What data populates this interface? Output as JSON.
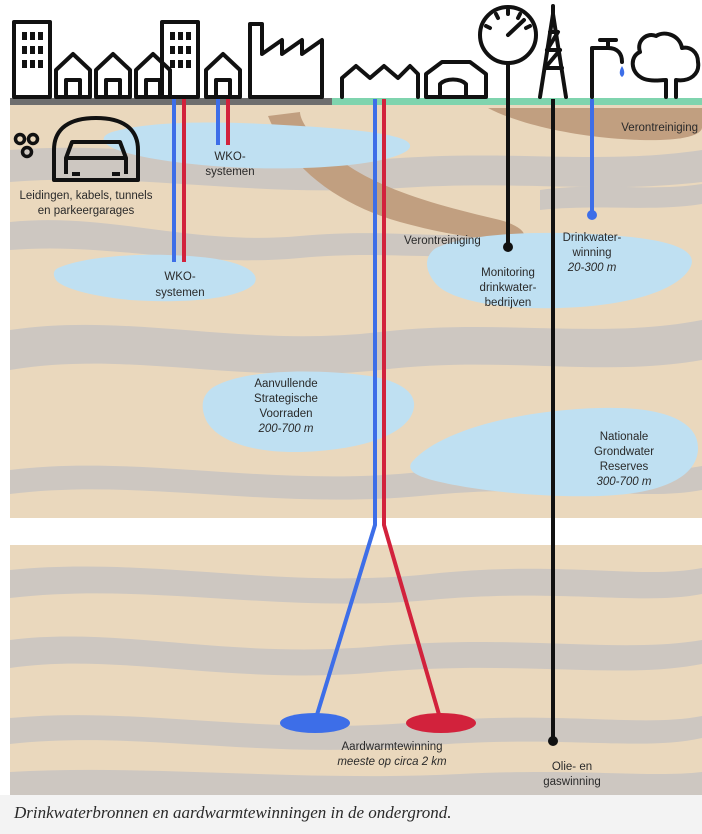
{
  "labels": {
    "tunnels_l1": "Leidingen, kabels, tunnels",
    "tunnels_l2": "en parkeergarages",
    "wko_top_l1": "WKO-",
    "wko_top_l2": "systemen",
    "wko_low_l1": "WKO-",
    "wko_low_l2": "systemen",
    "verontreiniging_top": "Verontreiniging",
    "verontreiniging_mid": "Verontreiniging",
    "monitoring_l1": "Monitoring",
    "monitoring_l2": "drinkwater-",
    "monitoring_l3": "bedrijven",
    "drinkwater_l1": "Drinkwater-",
    "drinkwater_l2": "winning",
    "drinkwater_depth": "20-300 m",
    "strategic_l1": "Aanvullende",
    "strategic_l2": "Strategische",
    "strategic_l3": "Voorraden",
    "strategic_depth": "200-700 m",
    "national_l1": "Nationale",
    "national_l2": "Grondwater",
    "national_l3": "Reserves",
    "national_depth": "300-700 m",
    "geothermal_l1": "Aardwarmtewinning",
    "geothermal_l2": "meeste op circa 2 km",
    "oilgas_l1": "Olie- en",
    "oilgas_l2": "gaswinning"
  },
  "caption": "Drinkwaterbronnen en aardwarmtewinningen in de ondergrond.",
  "colors": {
    "soil": "#ead8bd",
    "clay_band": "#cdc7c1",
    "water": "#bfe0f2",
    "pollution": "#c19f80",
    "surface_urban": "#6e6e6e",
    "surface_green": "#7fd4ae",
    "pipe_blue": "#3d6ee8",
    "pipe_red": "#d2223c",
    "ink": "#111111"
  }
}
